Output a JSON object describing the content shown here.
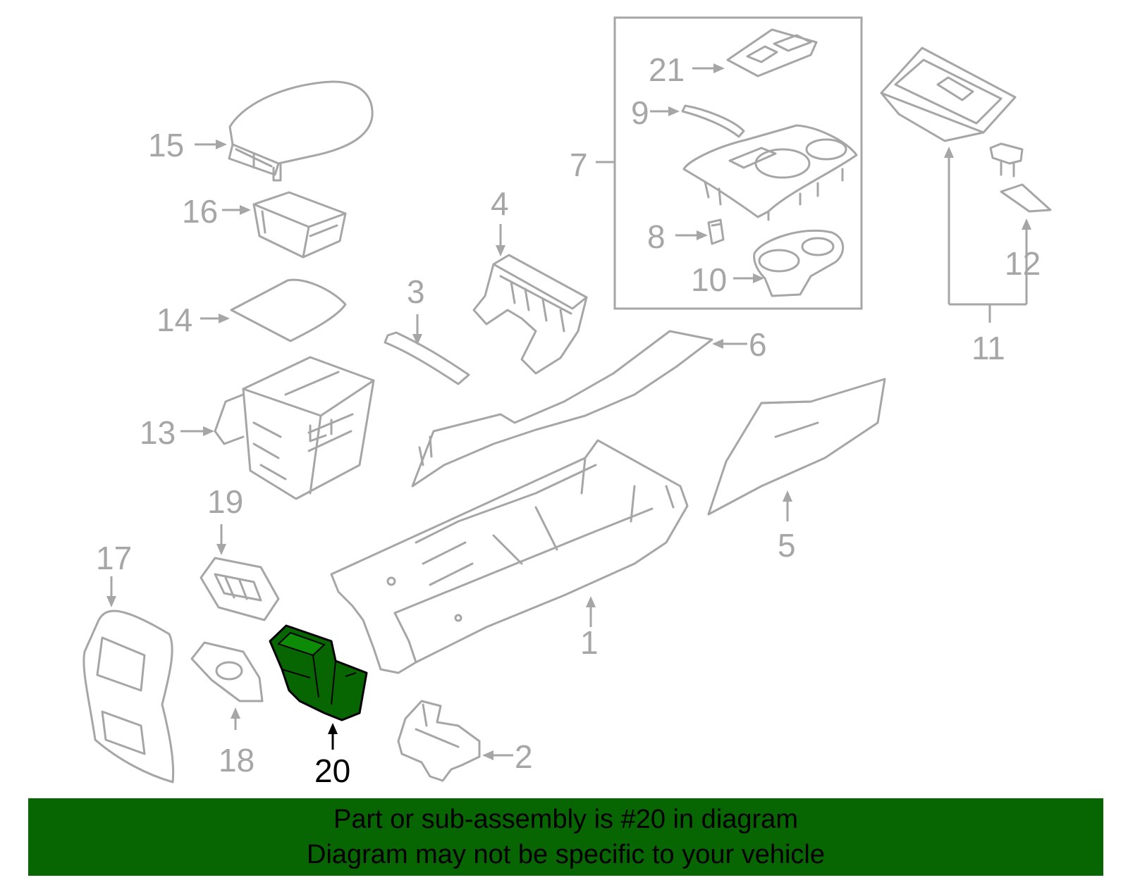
{
  "diagram": {
    "highlight_color": "#076602",
    "line_color": "#a6a6a6",
    "highlighted_label": "20",
    "callouts": [
      {
        "id": "1",
        "label": "1"
      },
      {
        "id": "2",
        "label": "2"
      },
      {
        "id": "3",
        "label": "3"
      },
      {
        "id": "4",
        "label": "4"
      },
      {
        "id": "5",
        "label": "5"
      },
      {
        "id": "6",
        "label": "6"
      },
      {
        "id": "7",
        "label": "7"
      },
      {
        "id": "8",
        "label": "8"
      },
      {
        "id": "9",
        "label": "9"
      },
      {
        "id": "10",
        "label": "10"
      },
      {
        "id": "11",
        "label": "11"
      },
      {
        "id": "12",
        "label": "12"
      },
      {
        "id": "13",
        "label": "13"
      },
      {
        "id": "14",
        "label": "14"
      },
      {
        "id": "15",
        "label": "15"
      },
      {
        "id": "16",
        "label": "16"
      },
      {
        "id": "17",
        "label": "17"
      },
      {
        "id": "18",
        "label": "18"
      },
      {
        "id": "19",
        "label": "19"
      },
      {
        "id": "20",
        "label": "20"
      },
      {
        "id": "21",
        "label": "21"
      }
    ]
  },
  "banner": {
    "background": "#076602",
    "line1": "Part or sub-assembly is #20 in diagram",
    "line2": "Diagram may not be specific to your vehicle"
  }
}
